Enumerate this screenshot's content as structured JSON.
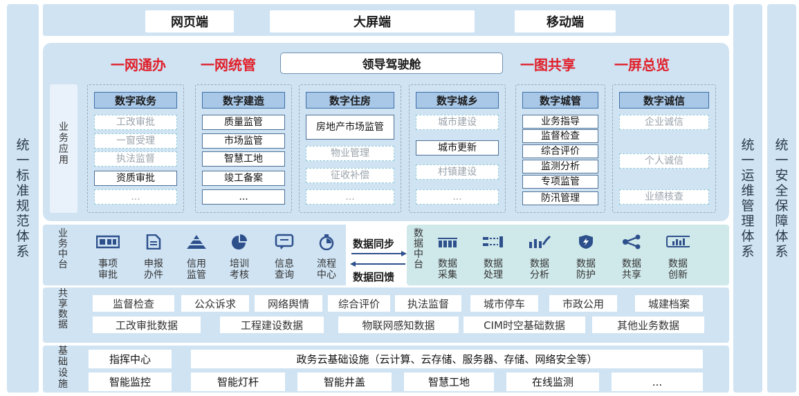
{
  "left_pillar": "统一标准规范体系",
  "right_pillar_1": "统一运维管理体系",
  "right_pillar_2": "统一安全保障体系",
  "clients": [
    "网页端",
    "大屏端",
    "移动端"
  ],
  "slogans": [
    "一网通办",
    "一网统管",
    "一图共享",
    "一屏总览"
  ],
  "cockpit": "领导驾驶舱",
  "business_label": "业务应用",
  "columns": [
    {
      "title": "数字政务",
      "items": [
        {
          "text": "工改审批",
          "style": "dashed"
        },
        {
          "text": "一窗受理",
          "style": "dashed"
        },
        {
          "text": "执法监督",
          "style": "dashed"
        },
        {
          "text": "资质审批",
          "style": "solid"
        },
        {
          "text": "...",
          "style": "dashed"
        }
      ]
    },
    {
      "title": "数字建造",
      "items": [
        {
          "text": "质量监管",
          "style": "solid"
        },
        {
          "text": "市场监管",
          "style": "solid"
        },
        {
          "text": "智慧工地",
          "style": "solid"
        },
        {
          "text": "竣工备案",
          "style": "solid"
        },
        {
          "text": "...",
          "style": "solid"
        }
      ]
    },
    {
      "title": "数字住房",
      "items": [
        {
          "text": "房地产市场监管",
          "style": "solid"
        },
        {
          "text": "物业管理",
          "style": "dashed"
        },
        {
          "text": "征收补偿",
          "style": "dashed"
        },
        {
          "text": "...",
          "style": "dashed"
        }
      ]
    },
    {
      "title": "数字城乡",
      "items": [
        {
          "text": "城市建设",
          "style": "dashed"
        },
        {
          "text": "城市更新",
          "style": "solid"
        },
        {
          "text": "村镇建设",
          "style": "dashed"
        },
        {
          "text": "...",
          "style": "dashed"
        }
      ]
    },
    {
      "title": "数字城管",
      "items": [
        {
          "text": "业务指导",
          "style": "solid"
        },
        {
          "text": "监督检查",
          "style": "solid"
        },
        {
          "text": "综合评价",
          "style": "solid"
        },
        {
          "text": "监测分析",
          "style": "solid"
        },
        {
          "text": "专项监管",
          "style": "solid"
        },
        {
          "text": "防汛管理",
          "style": "solid"
        }
      ]
    },
    {
      "title": "数字诚信",
      "items": [
        {
          "text": "企业诚信",
          "style": "dashed"
        },
        {
          "text": "个人诚信",
          "style": "dashed"
        },
        {
          "text": "业绩核查",
          "style": "dashed"
        }
      ]
    }
  ],
  "business_middle": {
    "label": "业务中台",
    "items": [
      {
        "icon": "list-icon",
        "line1": "事项",
        "line2": "审批"
      },
      {
        "icon": "document-icon",
        "line1": "申报",
        "line2": "办件"
      },
      {
        "icon": "pyramid-icon",
        "line1": "信用",
        "line2": "监管"
      },
      {
        "icon": "pie-chart-icon",
        "line1": "培训",
        "line2": "考核"
      },
      {
        "icon": "chat-icon",
        "line1": "信息",
        "line2": "查询"
      },
      {
        "icon": "stopwatch-icon",
        "line1": "流程",
        "line2": "中心"
      }
    ]
  },
  "sync": {
    "forward": "数据同步",
    "back": "数据回馈"
  },
  "data_middle": {
    "label": "数据中台",
    "items": [
      {
        "icon": "collect-icon",
        "line1": "数据",
        "line2": "采集"
      },
      {
        "icon": "process-icon",
        "line1": "数据",
        "line2": "处理"
      },
      {
        "icon": "analysis-icon",
        "line1": "数据",
        "line2": "分析"
      },
      {
        "icon": "shield-icon",
        "line1": "数据",
        "line2": "防护"
      },
      {
        "icon": "share-icon",
        "line1": "数据",
        "line2": "共享"
      },
      {
        "icon": "innovate-icon",
        "line1": "数据",
        "line2": "创新"
      }
    ]
  },
  "shared_data": {
    "label": "共享数据",
    "row1": [
      "监督检查",
      "公众诉求",
      "网络舆情",
      "综合评价",
      "执法监督",
      "城市停车",
      "市政公用",
      "城建档案"
    ],
    "row2": [
      "工改审批数据",
      "工程建设数据",
      "物联网感知数据",
      "CIM时空基础数据",
      "其他业务数据"
    ]
  },
  "infrastructure": {
    "label": "基础设施",
    "row1": [
      "指挥中心",
      "政务云基础设施（云计算、云存储、服务器、存储、网络安全等）"
    ],
    "row2": [
      "智能监控",
      "智能灯杆",
      "智能井盖",
      "智慧工地",
      "在线监测",
      "..."
    ]
  },
  "colors": {
    "panel": "#cfe3f3",
    "header_fill": "#a9c8e8",
    "slogan": "#e0202a",
    "icon": "#2d4f8b",
    "data_panel": "#cfe8ea"
  }
}
